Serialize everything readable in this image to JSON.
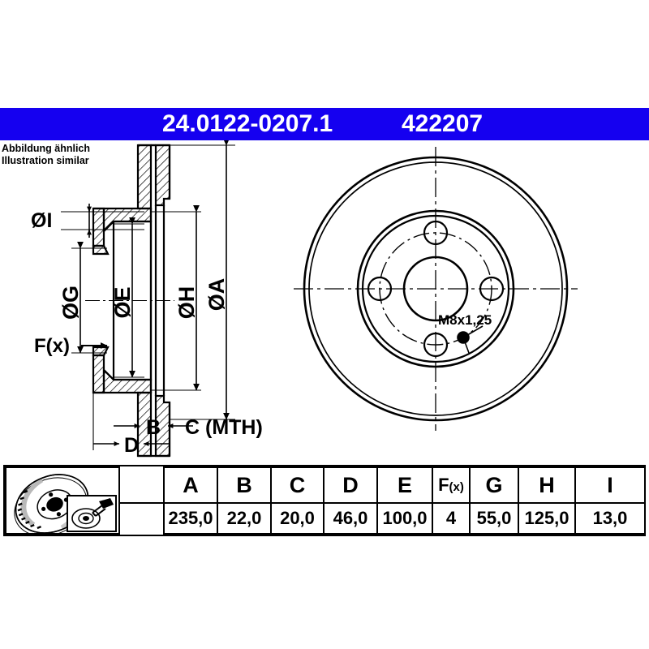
{
  "header": {
    "part_number": "24.0122-0207.1",
    "article_number": "422207",
    "bar_color": "#1500f0",
    "text_color": "#ffffff"
  },
  "caption": {
    "line_de": "Abbildung ähnlich",
    "line_en": "Illustration similar"
  },
  "drawing": {
    "section_view": {
      "labels": [
        {
          "name": "diameter-i",
          "text": "ØI"
        },
        {
          "name": "diameter-g",
          "text": "ØG"
        },
        {
          "name": "diameter-e",
          "text": "ØE"
        },
        {
          "name": "diameter-h",
          "text": "ØH"
        },
        {
          "name": "diameter-a",
          "text": "ØA"
        },
        {
          "name": "force-fx",
          "text": "F(x)"
        },
        {
          "name": "dim-b",
          "text": "B"
        },
        {
          "name": "dim-c-mth",
          "text": "C (MTH)"
        },
        {
          "name": "dim-d",
          "text": "D"
        }
      ]
    },
    "face_view": {
      "thread_label": "M8x1,25",
      "bolt_hole_count": 4
    }
  },
  "table": {
    "columns": [
      "A",
      "B",
      "C",
      "D",
      "E",
      "F(x)",
      "G",
      "H",
      "I"
    ],
    "fx_label_main": "F",
    "fx_label_sub": "(x)",
    "values": [
      "235,0",
      "22,0",
      "20,0",
      "46,0",
      "100,0",
      "4",
      "55,0",
      "125,0",
      "13,0"
    ]
  }
}
